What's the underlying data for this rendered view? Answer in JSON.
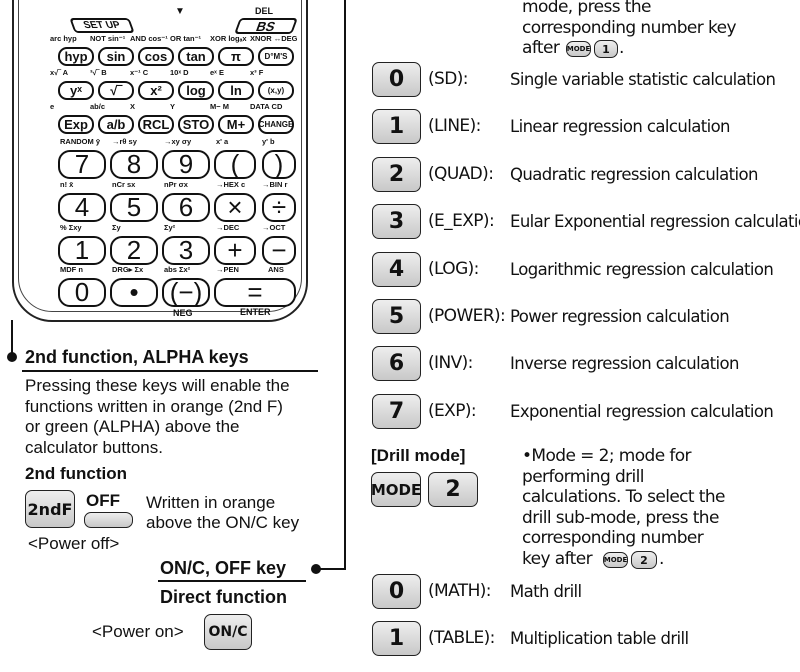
{
  "calculator": {
    "nav": {
      "setup": "SET UP",
      "bs": "BS",
      "del": "DEL",
      "down_arrow": "▼"
    },
    "rows": [
      {
        "labels": [
          "arc hyp",
          "NOT sin⁻¹",
          "AND cos⁻¹",
          "OR tan⁻¹",
          "XOR logₐx",
          "XNOR ↔DEG"
        ],
        "keys": [
          "hyp",
          "sin",
          "cos",
          "tan",
          "π",
          "D°M'S"
        ]
      },
      {
        "labels": [
          "x√‾  A",
          "³√‾  B",
          "x⁻¹  C",
          "10ˣ  D",
          "eˣ  E",
          "x³  F"
        ],
        "keys": [
          "yˣ",
          "√‾",
          "x²",
          "log",
          "ln",
          "(x,y)"
        ]
      },
      {
        "labels": [
          "e",
          "ab/c",
          "X",
          "Y",
          "M−  M",
          "DATA CD"
        ],
        "keys": [
          "Exp",
          "a/b",
          "RCL",
          "STO",
          "M+",
          "CHANGE"
        ]
      }
    ],
    "num_rows": [
      {
        "labels": [
          "RANDOM  ȳ",
          "→rθ  sy",
          "→xy  σy",
          "x'  a",
          "y'  b"
        ],
        "keys": [
          "7",
          "8",
          "9",
          "(",
          ")"
        ]
      },
      {
        "labels": [
          "n!  x̄",
          "nCr  sx",
          "nPr  σx",
          "→HEX c",
          "→BIN r"
        ],
        "keys": [
          "4",
          "5",
          "6",
          "×",
          "÷"
        ]
      },
      {
        "labels": [
          "%  Σxy",
          "Σy",
          "Σy²",
          "→DEC",
          "→OCT"
        ],
        "keys": [
          "1",
          "2",
          "3",
          "+",
          "−"
        ]
      },
      {
        "labels": [
          "MDF  n",
          "DRG▸  Σx",
          "abs  Σx²",
          "→PEN",
          "ANS"
        ],
        "keys": [
          "0",
          "•",
          "(−)",
          "="
        ]
      }
    ],
    "neg": "NEG",
    "enter": "ENTER"
  },
  "alpha": {
    "heading": "2nd function, ALPHA keys",
    "para": [
      "Pressing these keys will enable the",
      "functions written in orange (2nd F)",
      "or green (ALPHA) above the",
      "calculator buttons."
    ],
    "sub": "2nd function",
    "key_2ndf": "2ndF",
    "off_label": "OFF",
    "note": [
      "Written in orange",
      "above the ON/C key"
    ],
    "power_off": "<Power off>"
  },
  "onc": {
    "heading": "ON/C, OFF key",
    "sub": "Direct function",
    "power_on": "<Power on>",
    "key": "ON/C"
  },
  "top_text": {
    "lines": [
      "mode, press the",
      "corresponding number key"
    ],
    "after": "after",
    "mode_key": "MODE",
    "num_key": "1",
    "end": "."
  },
  "modes": [
    {
      "key": "0",
      "code": "(SD):",
      "desc": "Single variable statistic calculation"
    },
    {
      "key": "1",
      "code": "(LINE):",
      "desc": "Linear regression calculation"
    },
    {
      "key": "2",
      "code": "(QUAD):",
      "desc": "Quadratic regression calculation"
    },
    {
      "key": "3",
      "code": "(E_EXP):",
      "desc": "Eular Exponential regression calculation"
    },
    {
      "key": "4",
      "code": "(LOG):",
      "desc": "Logarithmic regression calculation"
    },
    {
      "key": "5",
      "code": "(POWER):",
      "desc": "Power regression calculation"
    },
    {
      "key": "6",
      "code": "(INV):",
      "desc": "Inverse regression calculation"
    },
    {
      "key": "7",
      "code": "(EXP):",
      "desc": "Exponential regression calculation"
    }
  ],
  "drill": {
    "heading": "[Drill mode]",
    "mode_key": "MODE",
    "num_key": "2",
    "lines": [
      "•Mode = 2; mode for",
      "performing drill",
      "calculations. To select the",
      "drill sub-mode, press the",
      "corresponding number"
    ],
    "after": "key after",
    "end": ".",
    "items": [
      {
        "key": "0",
        "code": "(MATH):",
        "desc": "Math drill"
      },
      {
        "key": "1",
        "code": "(TABLE):",
        "desc": "Multiplication table drill"
      }
    ]
  }
}
